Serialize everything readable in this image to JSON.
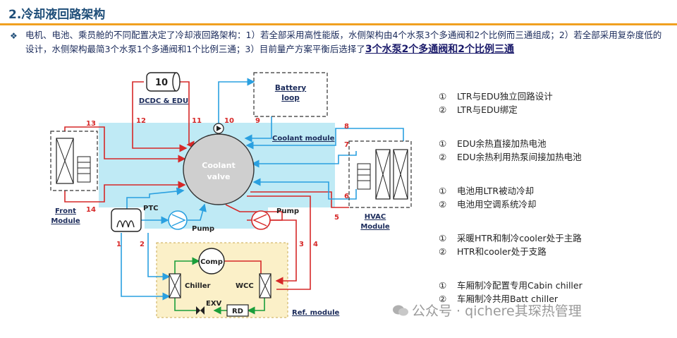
{
  "header": {
    "title": "2.冷却液回路架构",
    "intro_text": "电机、电池、乘员舱的不同配置决定了冷却液回路架构：1）若全部采用高性能版，水侧架构由4个水泵3个多通阀和2个比例而三通组成；2）若全部采用复杂度低的设计，水侧架构最简3个水泵1个多通阀和1个比例三通；3）目前量产方案平衡后选择了",
    "intro_highlight": "3个水泵2个多通阀和2个比例三通"
  },
  "diagram": {
    "coolant_valve_label_1": "Coolant",
    "coolant_valve_label_2": "valve",
    "coolant_module_label": "Coolant module",
    "dcdc_number": "10",
    "dcdc_label": "DCDC & EDU",
    "battery_label_1": "Battery",
    "battery_label_2": "loop",
    "front_label_1": "Front",
    "front_label_2": "Module",
    "hvac_label_1": "HVAC",
    "hvac_label_2": "Module",
    "ptc_label": "PTC",
    "pump_left_label": "Pump",
    "pump_right_label": "Pump",
    "comp_label": "Comp",
    "chiller_label": "Chiller",
    "wcc_label": "WCC",
    "exv_label": "EXV",
    "rd_label": "RD",
    "ref_module_label": "Ref. module",
    "port_numbers": [
      "1",
      "2",
      "3",
      "4",
      "5",
      "6",
      "7",
      "8",
      "9",
      "10",
      "11",
      "12",
      "13",
      "14"
    ]
  },
  "notes": [
    {
      "num": "①",
      "text": "LTR与EDU独立回路设计"
    },
    {
      "num": "②",
      "text": "LTR与EDU绑定"
    },
    {
      "num": "①",
      "text": "EDU余热直接加热电池"
    },
    {
      "num": "②",
      "text": "EDU余热利用热泵间接加热电池"
    },
    {
      "num": "①",
      "text": "电池用LTR被动冷却"
    },
    {
      "num": "②",
      "text": "电池用空调系统冷却"
    },
    {
      "num": "①",
      "text": "采暖HTR和制冷cooler处于主路"
    },
    {
      "num": "②",
      "text": "HTR和cooler处于支路"
    },
    {
      "num": "①",
      "text": "车厢制冷配置专用Cabin chiller"
    },
    {
      "num": "②",
      "text": "车厢制冷共用Batt chiller"
    }
  ],
  "watermark": {
    "text": "公众号 · qichere其琛热管理"
  },
  "colors": {
    "title": "#1f4e79",
    "accent_line": "#f0a020",
    "hot": "#d62828",
    "cold": "#2aa0e0",
    "module_fill": "#bfeaf5",
    "ref_fill": "#fbf0c8",
    "ref_green": "#1a9e3a"
  }
}
